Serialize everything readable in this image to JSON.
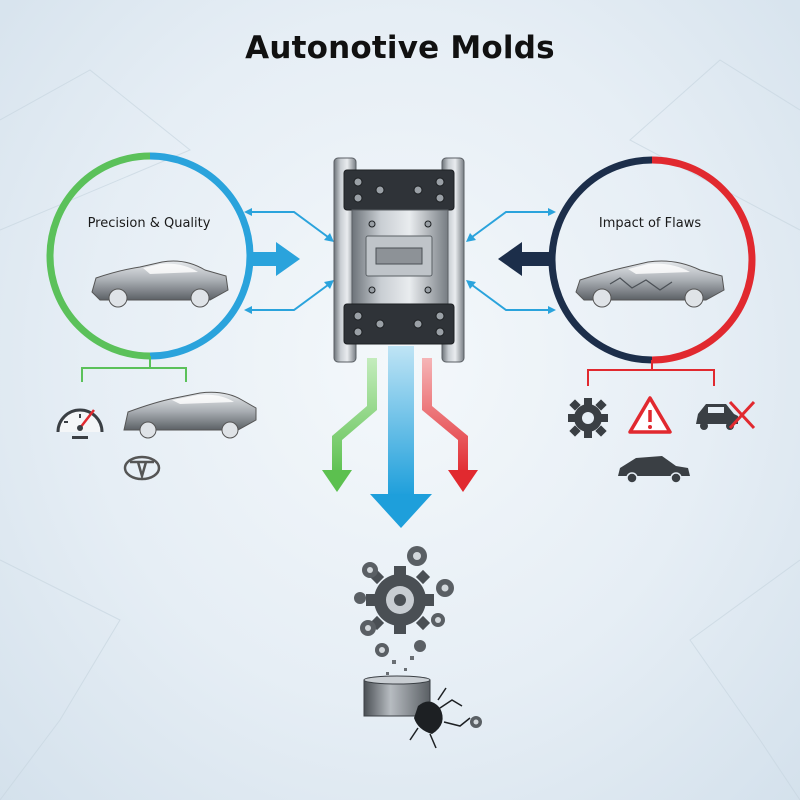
{
  "title": "Autonotive Molds",
  "left_circle": {
    "label": "Precision & Quality",
    "colors": {
      "top": "#2aa3dc",
      "left": "#5bc15a",
      "bottom_right": "#2aa3dc"
    },
    "icons": [
      "speedometer-icon",
      "car-body-panel-icon",
      "brand-emblem-icon"
    ]
  },
  "right_circle": {
    "label": "Impact of Flaws",
    "colors": {
      "left": "#1c2e4a",
      "right": "#e1292f"
    },
    "icons": [
      "gear-icon",
      "warning-triangle-icon",
      "car-crossed-out-icon",
      "sedan-icon"
    ]
  },
  "center": {
    "image": "mold-machine-icon",
    "arrows": {
      "green": "#5cc04f",
      "blue": "#2aa3dc",
      "red": "#e1292f",
      "navy": "#1c2e4a"
    }
  },
  "bottom": {
    "image": "gears-and-broken-block-icon"
  }
}
